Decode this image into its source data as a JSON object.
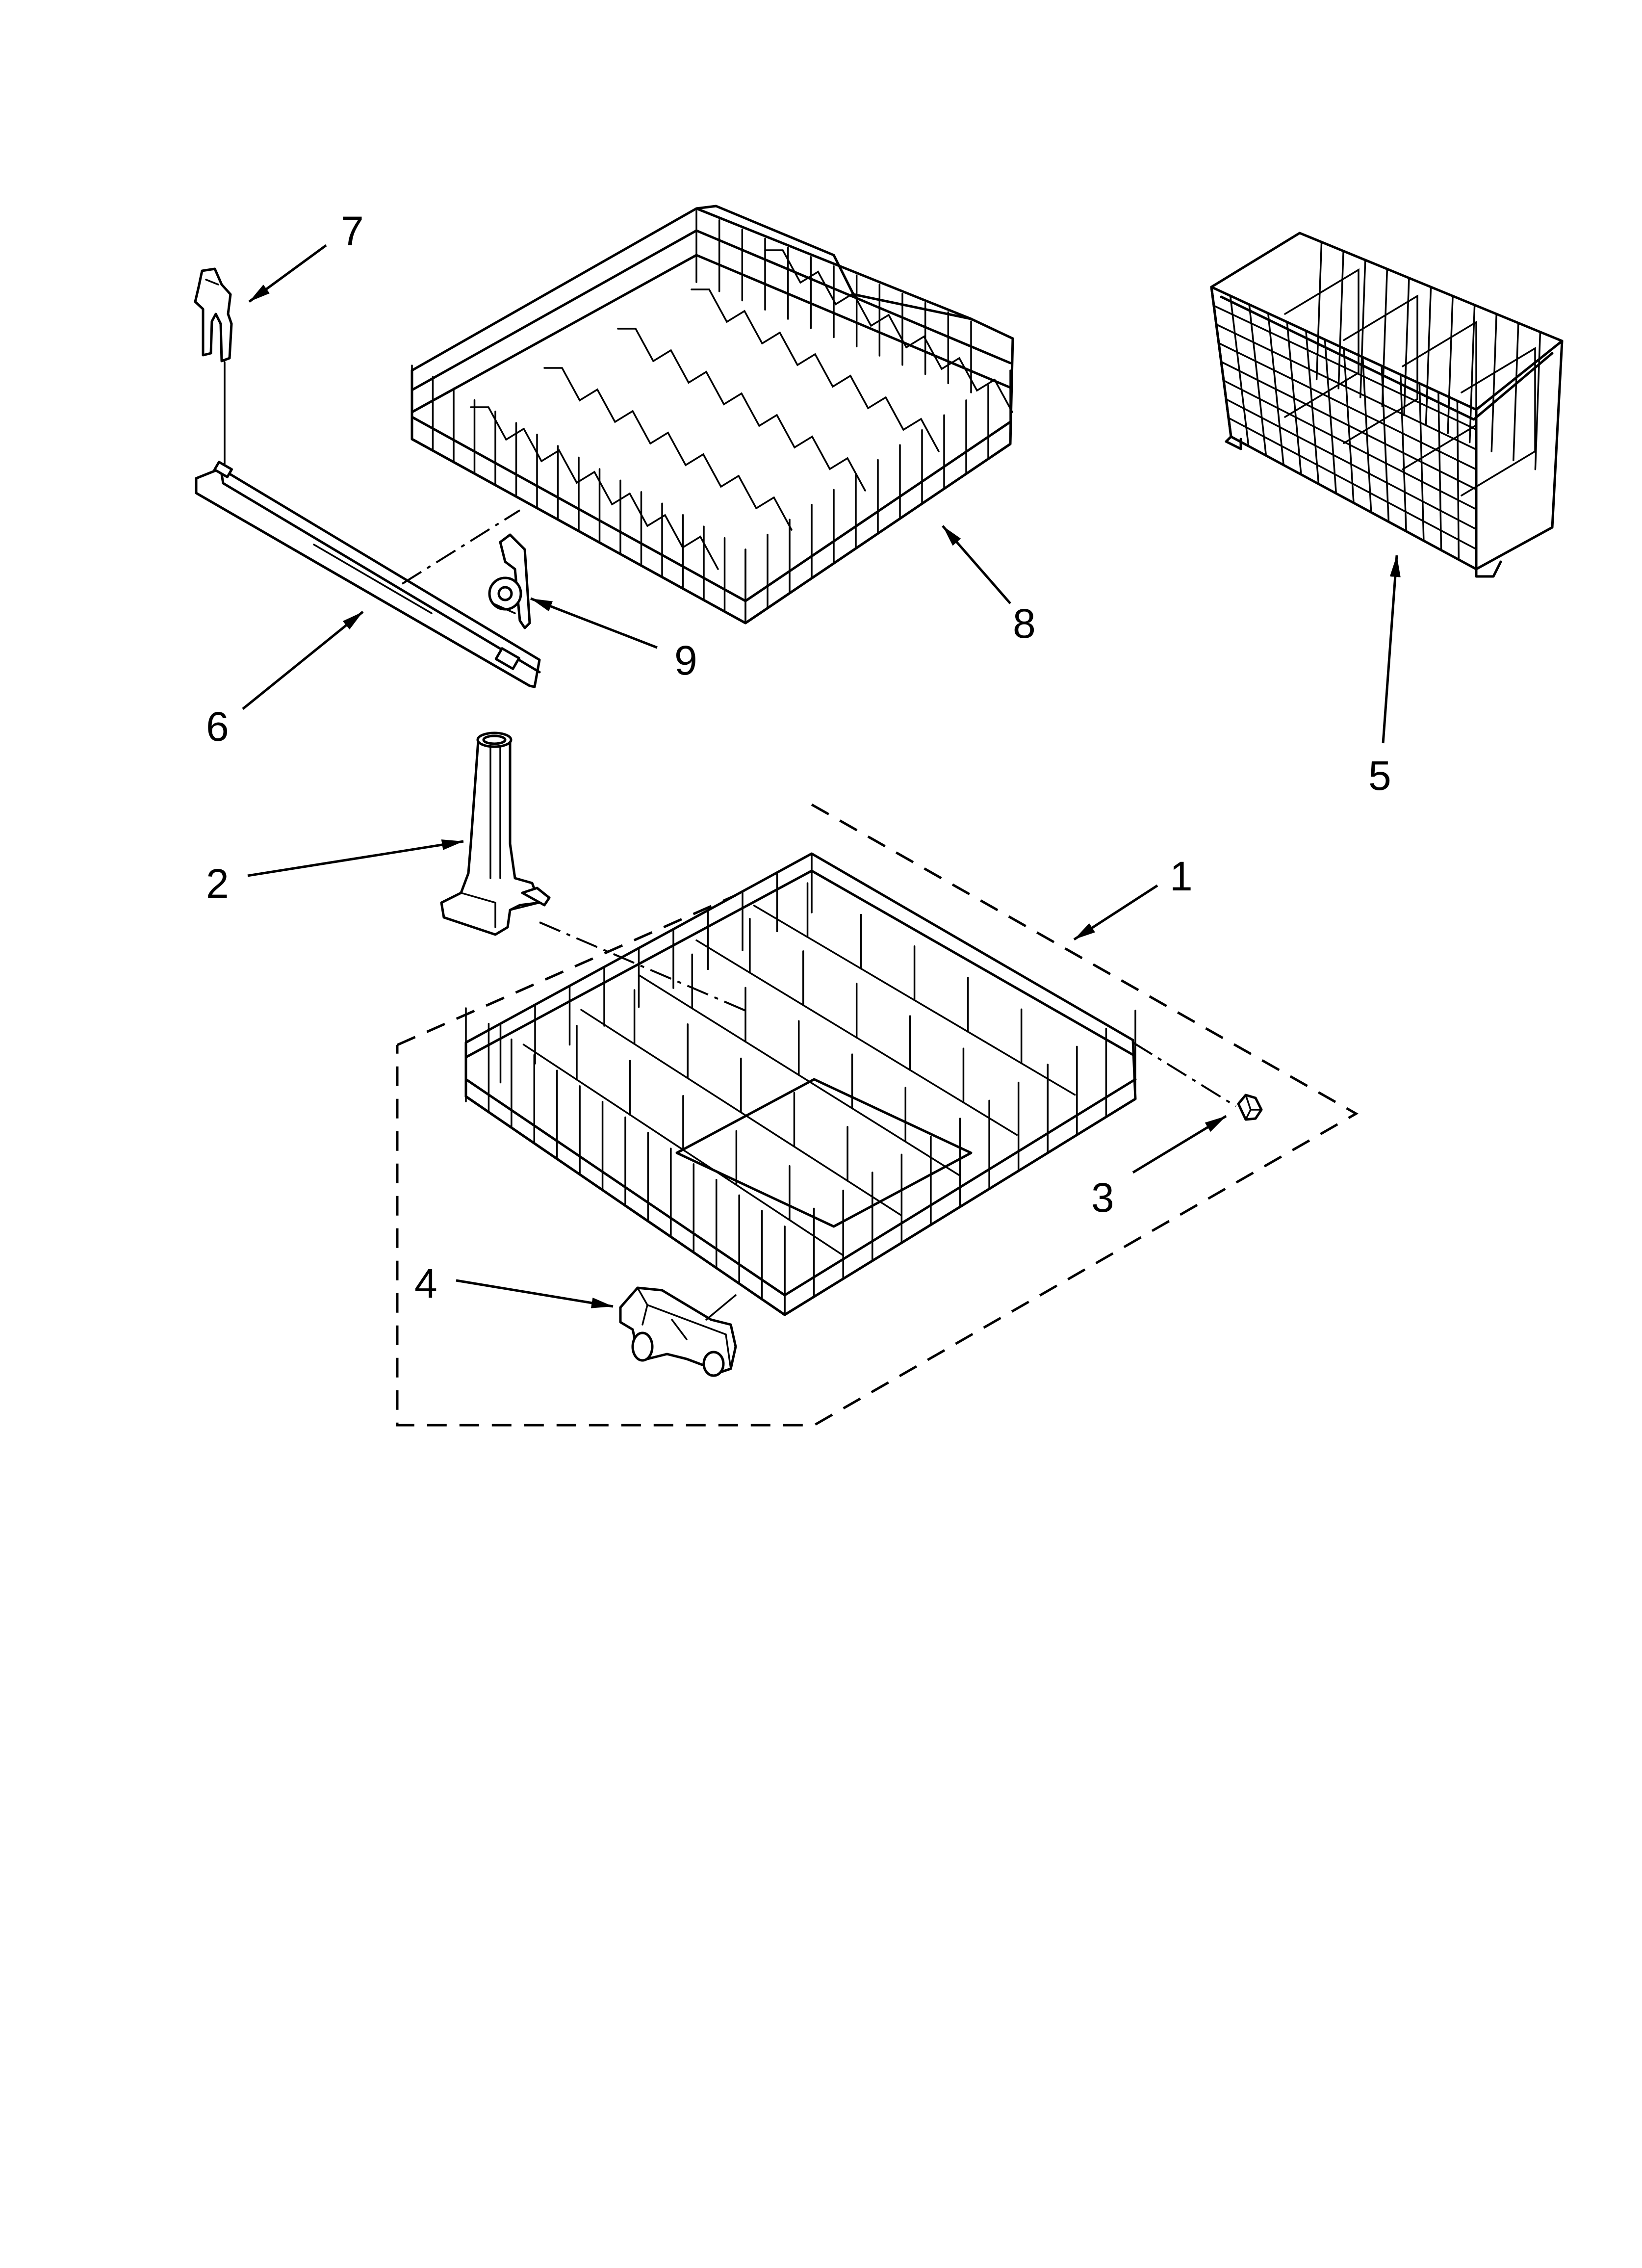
{
  "diagram": {
    "callouts": [
      {
        "id": "1",
        "label": "1"
      },
      {
        "id": "2",
        "label": "2"
      },
      {
        "id": "3",
        "label": "3"
      },
      {
        "id": "4",
        "label": "4"
      },
      {
        "id": "5",
        "label": "5"
      },
      {
        "id": "6",
        "label": "6"
      },
      {
        "id": "7",
        "label": "7"
      },
      {
        "id": "8",
        "label": "8"
      },
      {
        "id": "9",
        "label": "9"
      }
    ],
    "parts": [
      {
        "name": "lower-rack-assembly",
        "callout": "1"
      },
      {
        "name": "tower-tube",
        "callout": "2"
      },
      {
        "name": "rack-wheel-small",
        "callout": "3"
      },
      {
        "name": "rack-roller-clip",
        "callout": "4"
      },
      {
        "name": "silverware-basket",
        "callout": "5"
      },
      {
        "name": "track-rail",
        "callout": "6"
      },
      {
        "name": "track-stop-clip",
        "callout": "7"
      },
      {
        "name": "upper-dishrack",
        "callout": "8"
      },
      {
        "name": "rack-adjuster-wheel",
        "callout": "9"
      }
    ]
  }
}
